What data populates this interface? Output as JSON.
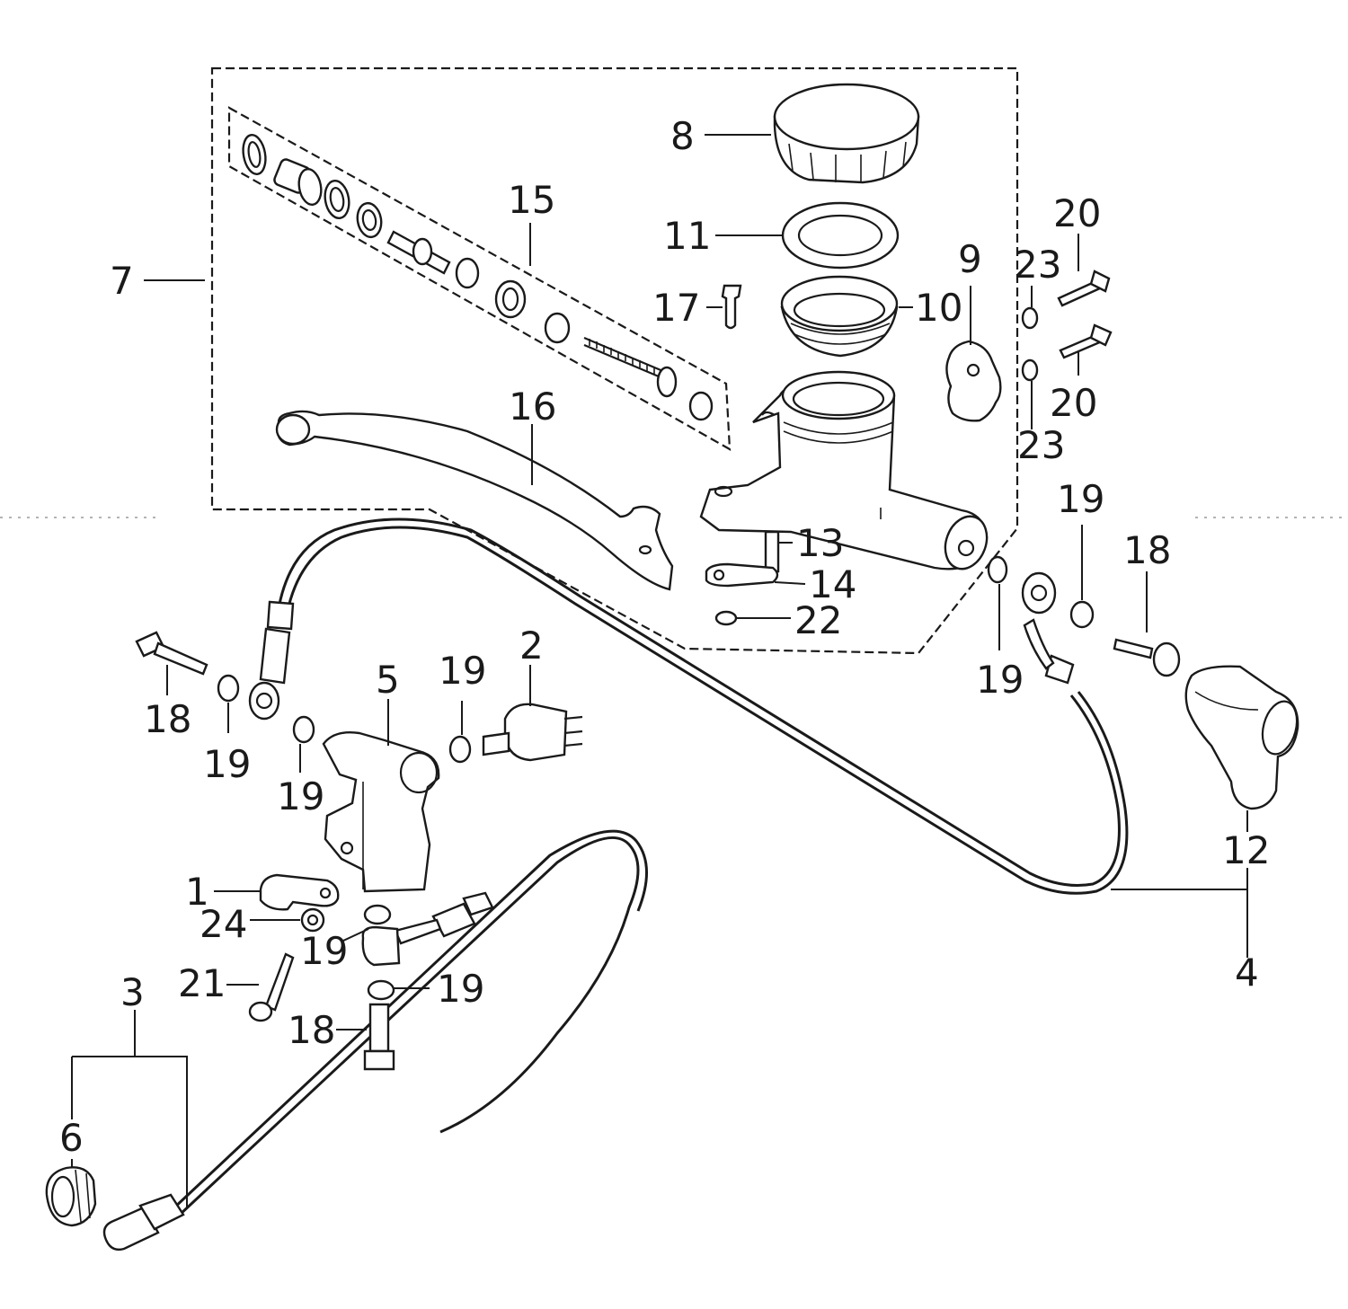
{
  "callouts": {
    "c1": "1",
    "c2": "2",
    "c3": "3",
    "c4": "4",
    "c5": "5",
    "c6": "6",
    "c7": "7",
    "c8": "8",
    "c9": "9",
    "c10": "10",
    "c11": "11",
    "c12": "12",
    "c13": "13",
    "c14": "14",
    "c15": "15",
    "c16": "16",
    "c17": "17",
    "c18a": "18",
    "c18b": "18",
    "c18c": "18",
    "c19a": "19",
    "c19b": "19",
    "c19c": "19",
    "c19d": "19",
    "c19e": "19",
    "c19f": "19",
    "c19g": "19",
    "c20a": "20",
    "c20b": "20",
    "c21": "21",
    "c22": "22",
    "c23a": "23",
    "c23b": "23",
    "c24": "24"
  }
}
